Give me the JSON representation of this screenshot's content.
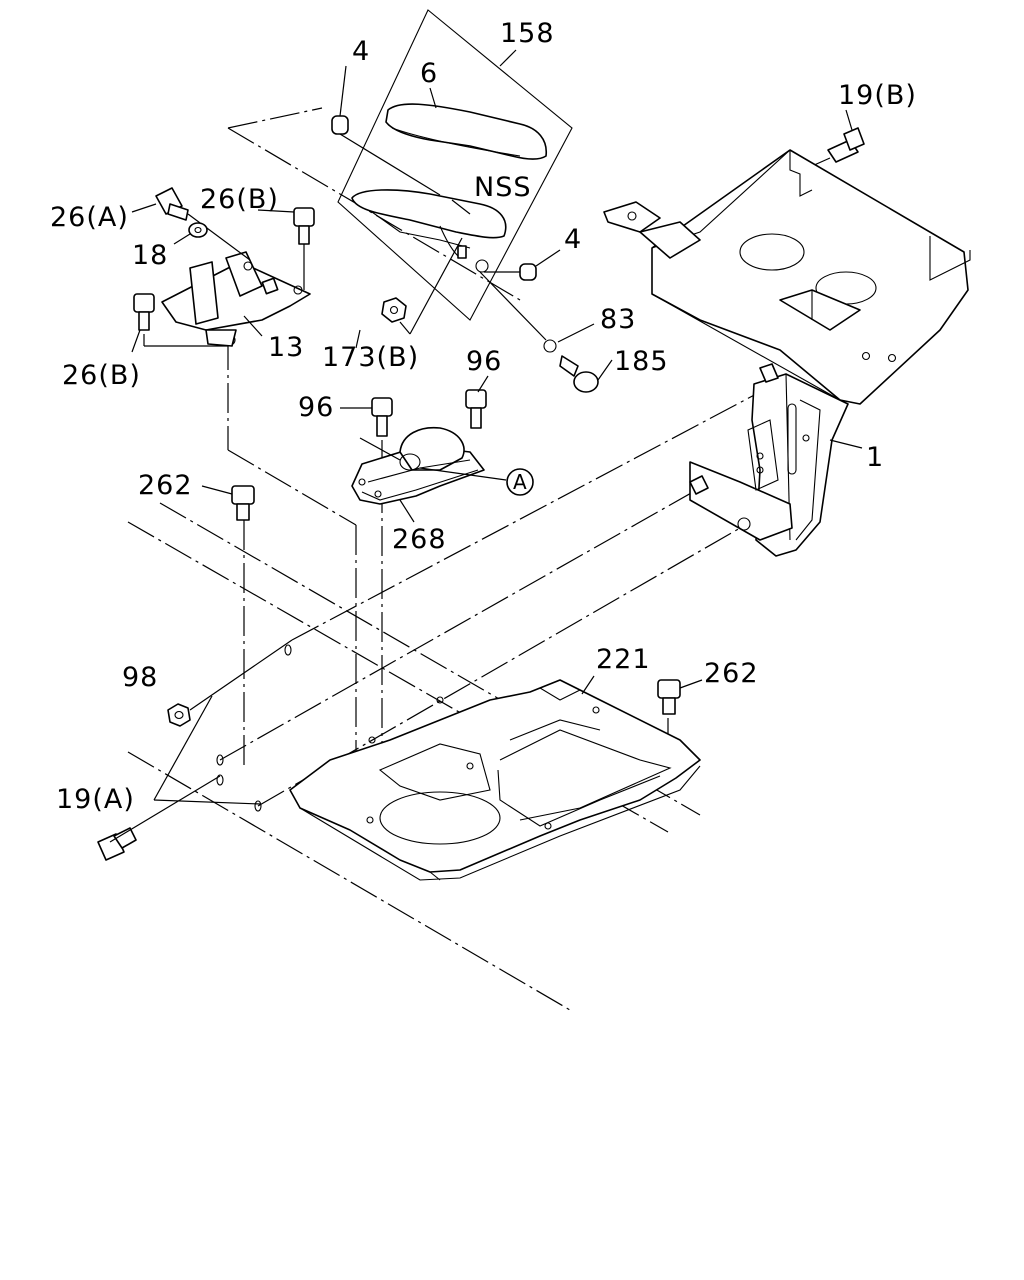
{
  "part_labels": {
    "p158": "158",
    "p4a": "4",
    "p6": "6",
    "p19b": "19(B)",
    "nss": "NSS",
    "p26a": "26(A)",
    "p26b_top": "26(B)",
    "p18": "18",
    "p4b": "4",
    "p83": "83",
    "p13": "13",
    "p173b": "173(B)",
    "p185": "185",
    "p26b_bottom": "26(B)",
    "p96_right": "96",
    "p96_left": "96",
    "p1": "1",
    "circle_a": "A",
    "p262_left": "262",
    "p268": "268",
    "p221": "221",
    "p262_right": "262",
    "p98": "98",
    "p19a": "19(A)"
  }
}
